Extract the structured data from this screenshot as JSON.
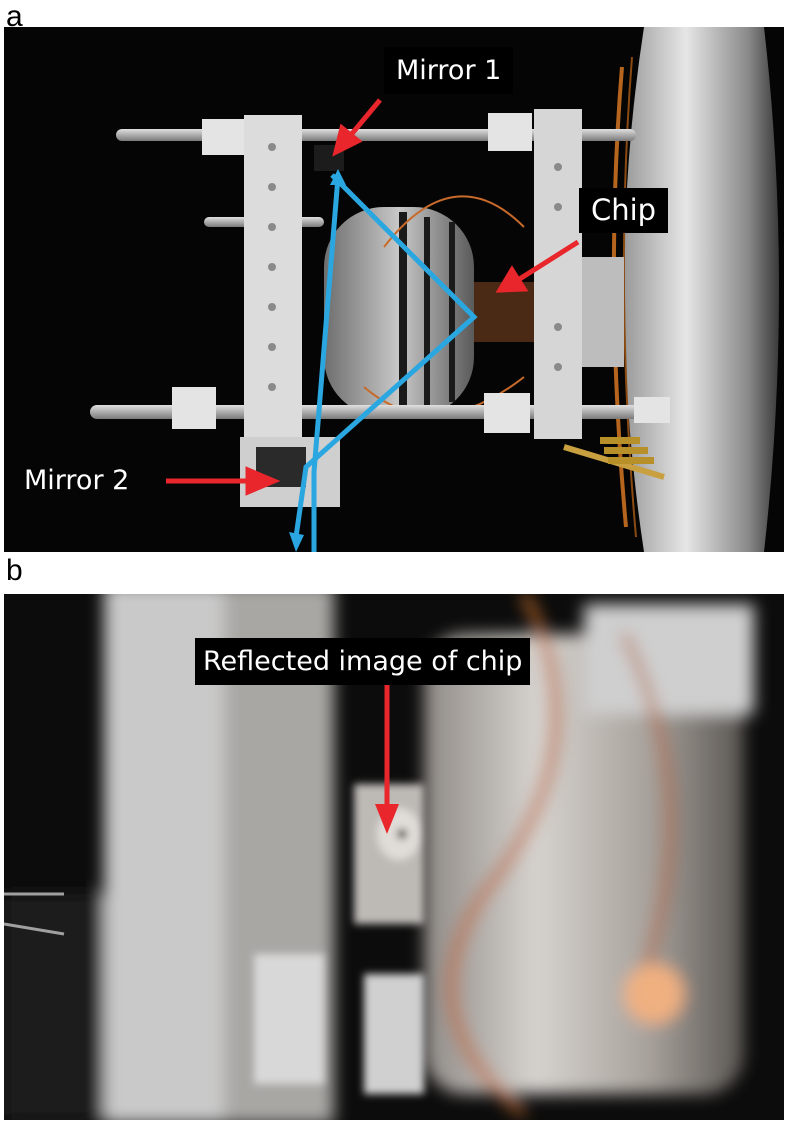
{
  "figure": {
    "panel_a": {
      "letter": "a",
      "labels": {
        "mirror1": "Mirror 1",
        "chip": "Chip",
        "mirror2": "Mirror 2"
      }
    },
    "panel_b": {
      "letter": "b",
      "labels": {
        "reflected": "Reflected image of chip"
      }
    }
  },
  "colors": {
    "arrow": "#e8262b",
    "beam": "#2aa7e0",
    "label_bg": "#000000",
    "label_text": "#ffffff"
  }
}
